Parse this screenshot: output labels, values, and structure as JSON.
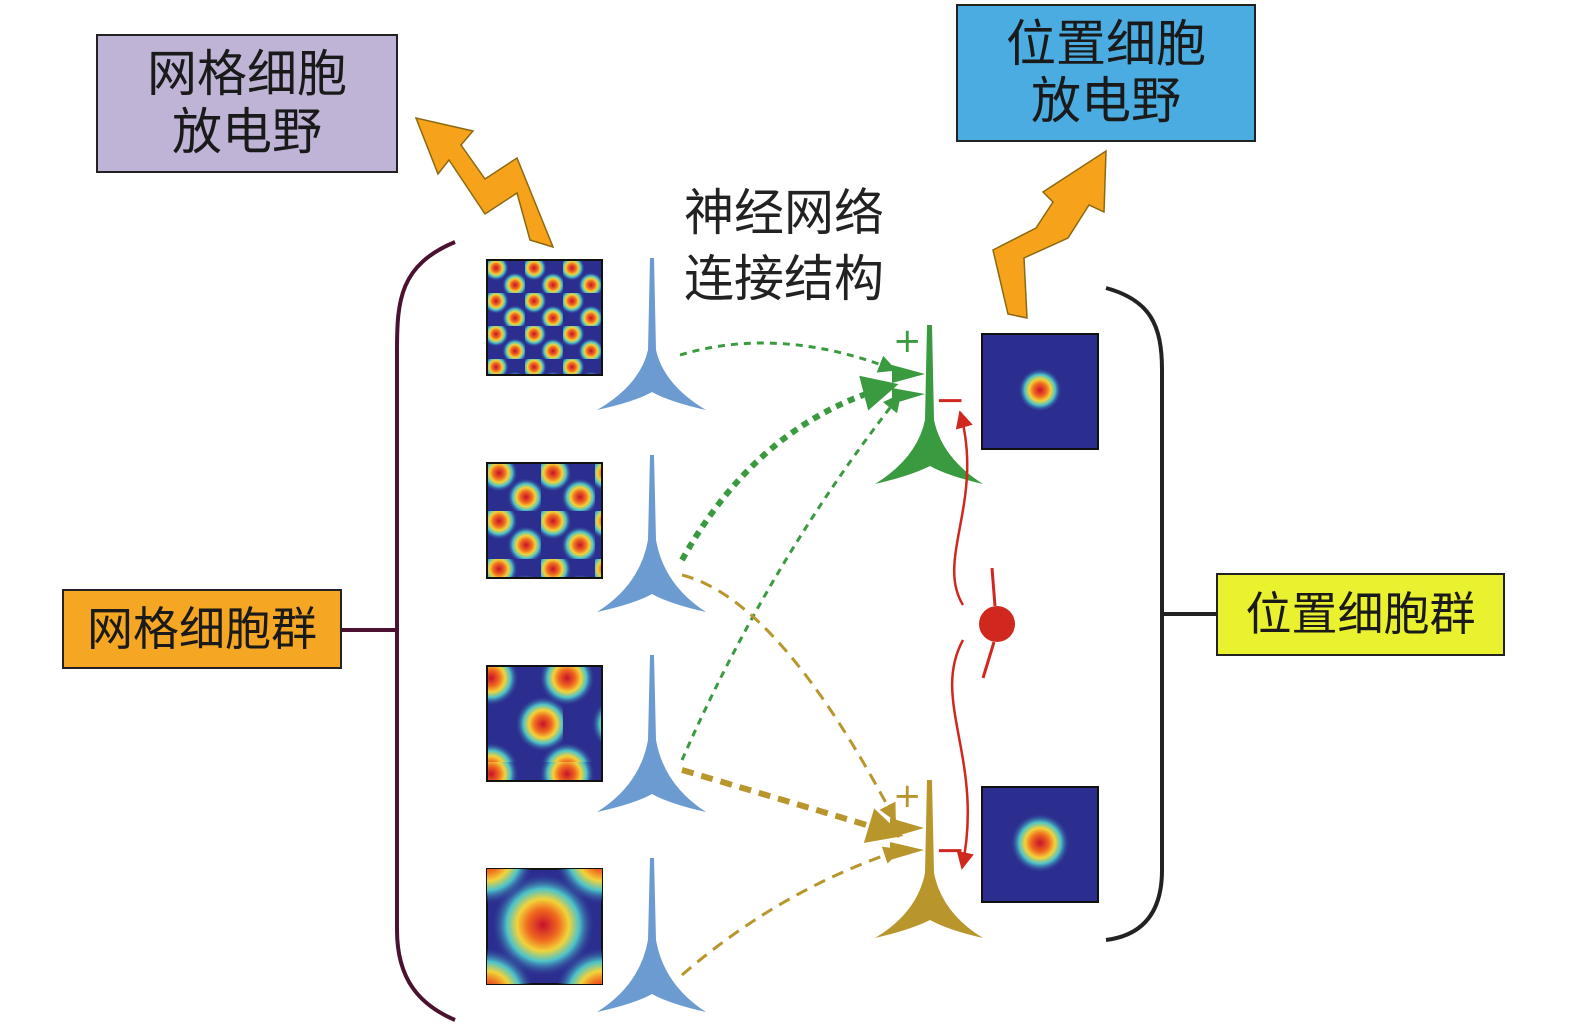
{
  "grid_field_label": {
    "line1": "网格细胞",
    "line2": "放电野",
    "color": "#bfb3d6"
  },
  "place_field_label": {
    "line1": "位置细胞",
    "line2": "放电野",
    "color": "#4aace0"
  },
  "network_caption": {
    "line1": "神经网络",
    "line2": "连接结构"
  },
  "grid_population_label": {
    "text": "网格细胞群",
    "color": "#f5a623"
  },
  "place_population_label": {
    "text": "位置细胞群",
    "color": "#eaf230"
  },
  "synapse_signs": {
    "excitatory": "+",
    "inhibitory": "−"
  },
  "colors": {
    "grid_neuron": "#6b9bd1",
    "place_neuron_top": "#3a9a3f",
    "place_neuron_bottom": "#b8962c",
    "interneuron": "#d0281e",
    "arrow": "#f7a21b",
    "map_background": "#2b2d8f",
    "bracket_left": "#4a1230",
    "bracket_right": "#222222"
  }
}
